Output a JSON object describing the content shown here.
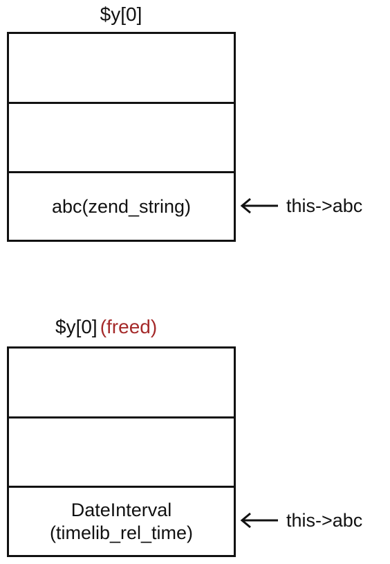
{
  "before": {
    "title": "$y[0]",
    "cells": [
      "",
      "",
      "abc(zend_string)"
    ],
    "pointer_label": "this->abc"
  },
  "after": {
    "title": "$y[0]",
    "freed_label": "(freed)",
    "cells": [
      "",
      "",
      "DateInterval",
      "(timelib_rel_time)"
    ],
    "pointer_label": "this->abc"
  },
  "colors": {
    "freed": "#a52a2a",
    "stroke": "#111111"
  },
  "icons": {
    "pointer": "left-arrow-icon"
  }
}
